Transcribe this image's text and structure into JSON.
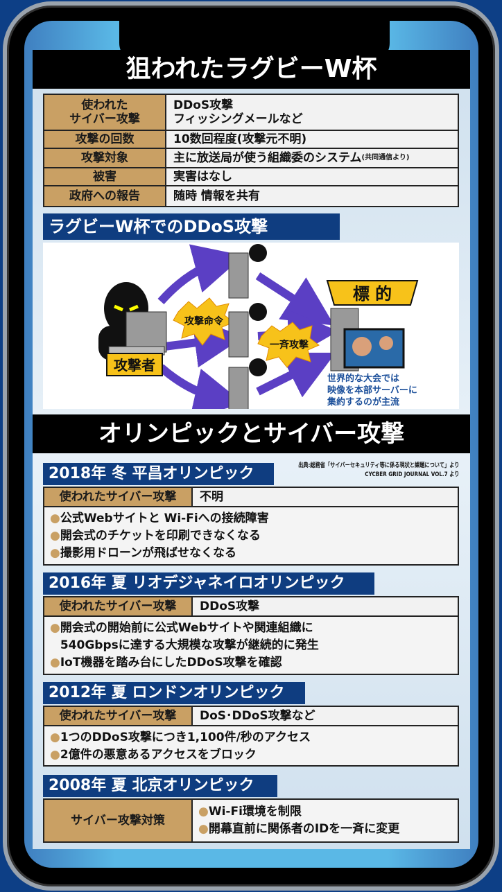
{
  "title": "狙われたラグビーW杯",
  "rugby_table": [
    {
      "label": "使われた\nサイバー攻撃",
      "value": "DDoS攻撃\nフィッシングメールなど"
    },
    {
      "label": "攻撃の回数",
      "value": "10数回程度(攻撃元不明)"
    },
    {
      "label": "攻撃対象",
      "value": "主に放送局が使う組織委のシステム",
      "note": "(共同通信より)"
    },
    {
      "label": "被害",
      "value": "実害はなし"
    },
    {
      "label": "政府への報告",
      "value": "随時 情報を共有"
    }
  ],
  "ddos_section": {
    "title": "ラグビーW杯でのDDoS攻撃",
    "attacker": "攻撃者",
    "command": "攻撃命令",
    "simultaneous": "一斉攻撃",
    "target": "標 的",
    "caption": [
      "世界的な大会では",
      "映像を本部サーバーに",
      "集約するのが主流"
    ]
  },
  "olympics_title": "オリンピックとサイバー攻撃",
  "source": [
    "出典:総務省「サイバーセキュリティ等に係る現状と課題について」より",
    "CYCBER GRID JOURNAL VOL.7 より"
  ],
  "events": [
    {
      "header": "2018年 冬 平昌オリンピック",
      "label": "使われたサイバー攻撃",
      "value": "不明",
      "bullets": [
        "公式Webサイトと Wi-Fiへの接続障害",
        "開会式のチケットを印刷できなくなる",
        "撮影用ドローンが飛ばせなくなる"
      ]
    },
    {
      "header": "2016年 夏 リオデジャネイロオリンピック",
      "label": "使われたサイバー攻撃",
      "value": "DDoS攻撃",
      "bullets": [
        "開会式の開始前に公式Webサイトや関連組織に\n540Gbpsに達する大規模な攻撃が継続的に発生",
        "IoT機器を踏み台にしたDDoS攻撃を確認"
      ]
    },
    {
      "header": "2012年 夏 ロンドンオリンピック",
      "label": "使われたサイバー攻撃",
      "value": "DoS･DDoS攻撃など",
      "bullets": [
        "1つのDDoS攻撃につき1,100件/秒のアクセス",
        "2億件の悪意あるアクセスをブロック"
      ]
    },
    {
      "header": "2008年 夏 北京オリンピック",
      "label": "サイバー攻撃対策",
      "bullets": [
        "Wi-Fi環境を制限",
        "開幕直前に関係者のIDを一斉に変更"
      ]
    }
  ],
  "bullet_icon": "●",
  "colors": {
    "gold": "#c9a064",
    "navy": "#0f3d80",
    "arrow": "#5b3fc4",
    "burst": "#f7c21a"
  }
}
